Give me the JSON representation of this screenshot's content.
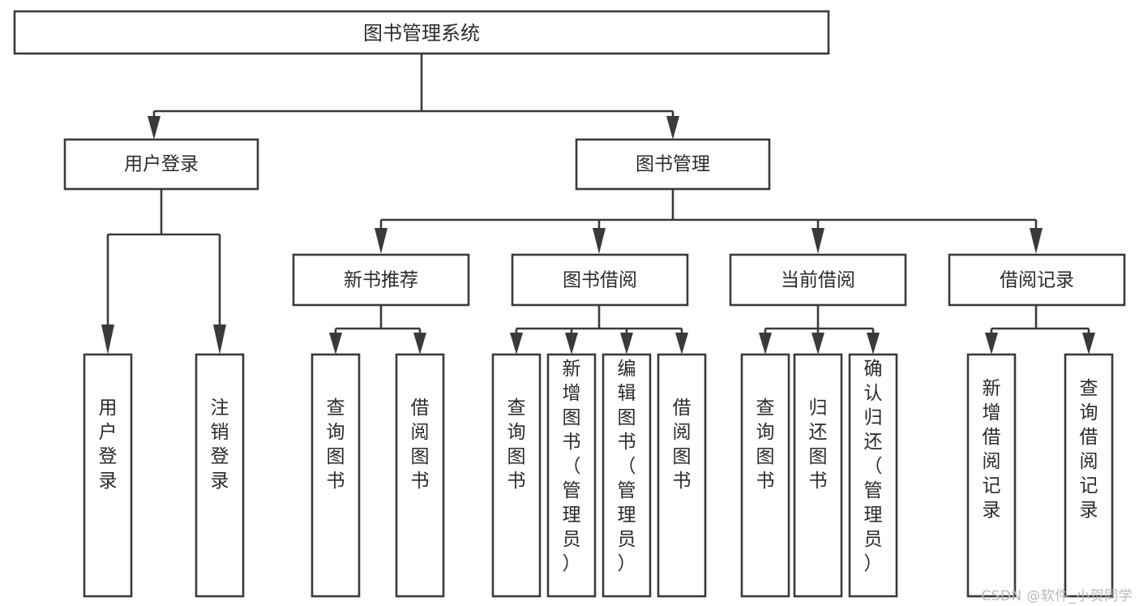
{
  "diagram": {
    "title": "图书管理系统",
    "type": "tree-hierarchy",
    "watermark": "CSDN @软件_小贺同学",
    "colors": {
      "stroke": "#3a3a3a",
      "fill": "#ffffff",
      "text": "#2b2b2b",
      "watermark": "#b9b9b9",
      "background": "#ffffff"
    },
    "nodes": {
      "root": {
        "label": "图书管理系统"
      },
      "level2": [
        {
          "id": "user-login",
          "label": "用户登录"
        },
        {
          "id": "book-manage",
          "label": "图书管理"
        }
      ],
      "level3": [
        {
          "id": "new-book-rec",
          "label": "新书推荐"
        },
        {
          "id": "book-borrow",
          "label": "图书借阅"
        },
        {
          "id": "current-borrow",
          "label": "当前借阅"
        },
        {
          "id": "borrow-record",
          "label": "借阅记录"
        }
      ],
      "leaves": {
        "user-login": [
          {
            "id": "leaf-user-login",
            "label": "用户登录"
          },
          {
            "id": "leaf-logout-login",
            "label": "注销登录"
          }
        ],
        "new-book-rec": [
          {
            "id": "leaf-query-book-1",
            "label": "查询图书"
          },
          {
            "id": "leaf-borrow-book-1",
            "label": "借阅图书"
          }
        ],
        "book-borrow": [
          {
            "id": "leaf-query-book-2",
            "label": "查询图书"
          },
          {
            "id": "leaf-add-book",
            "label": "新增图书（管理员）"
          },
          {
            "id": "leaf-edit-book",
            "label": "编辑图书（管理员）"
          },
          {
            "id": "leaf-borrow-book-2",
            "label": "借阅图书"
          }
        ],
        "current-borrow": [
          {
            "id": "leaf-query-book-3",
            "label": "查询图书"
          },
          {
            "id": "leaf-return-book",
            "label": "归还图书"
          },
          {
            "id": "leaf-confirm-return",
            "label": "确认归还（管理员）"
          }
        ],
        "borrow-record": [
          {
            "id": "leaf-add-record",
            "label": "新增借阅记录"
          },
          {
            "id": "leaf-query-record",
            "label": "查询借阅记录"
          }
        ]
      }
    }
  }
}
